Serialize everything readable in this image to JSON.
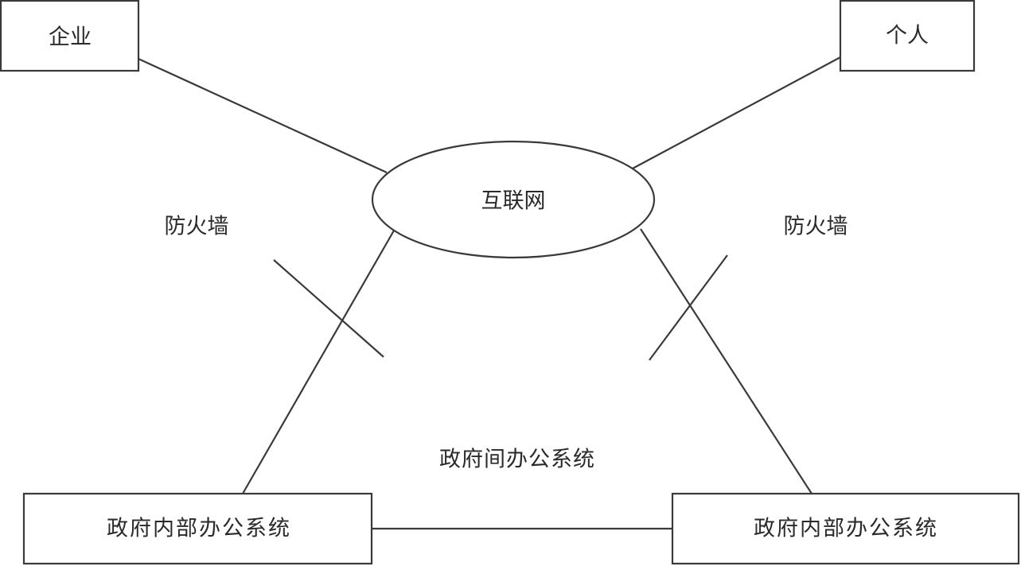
{
  "nodes": {
    "enterprise": "企业",
    "individual": "个人",
    "internet": "互联网",
    "gov_internal_left": "政府内部办公系统",
    "gov_internal_right": "政府内部办公系统"
  },
  "labels": {
    "firewall_left": "防火墙",
    "firewall_right": "防火墙",
    "inter_gov": "政府间办公系统"
  }
}
